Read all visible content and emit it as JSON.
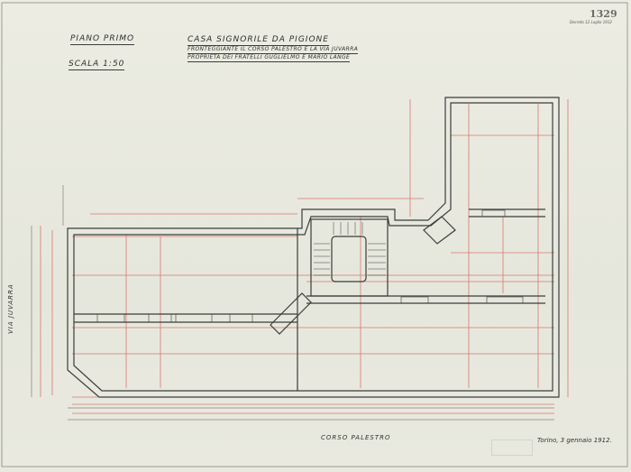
{
  "sheet": {
    "number": "1329",
    "number_note": "Decreto 12 Luglio 1912"
  },
  "header": {
    "floor": "PIANO PRIMO",
    "scale": "SCALA 1:50",
    "title": "CASA SIGNORILE DA PIGIONE",
    "subtitle_1": "FRONTEGGIANTE IL CORSO PALESTRO E LA VIA JUVARRA",
    "subtitle_2": "PROPRIETÀ DEI FRATELLI GUGLIELMO E MARIO LANGE"
  },
  "streets": {
    "bottom": "CORSO PALESTRO",
    "left": "VIA JUVARRA"
  },
  "footer": {
    "place_date": "Torino, 3 gennaio 1912."
  },
  "colors": {
    "paper": "#e9e9df",
    "ink": "#3a3d3b",
    "dimension_red": "#d9776f"
  }
}
